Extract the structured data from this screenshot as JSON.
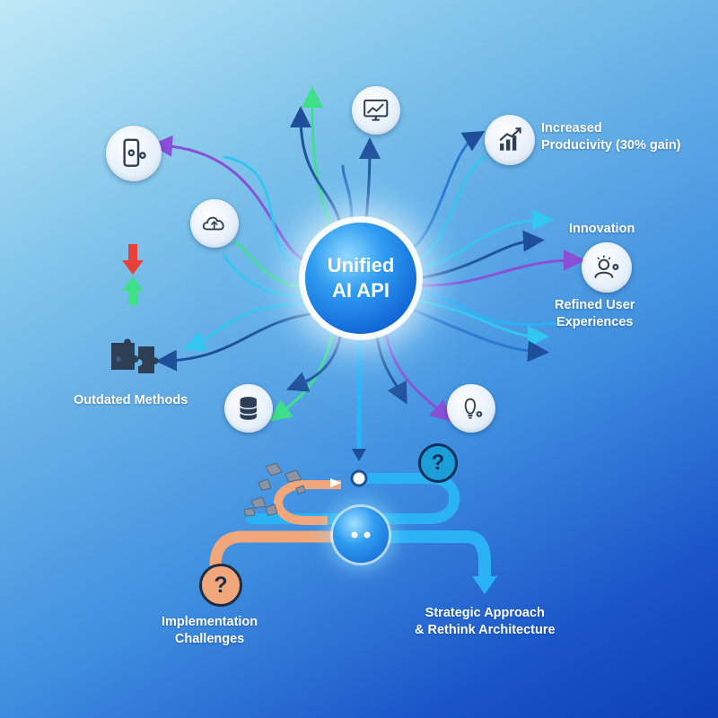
{
  "hub": {
    "line1": "Unified",
    "line2": "AI API"
  },
  "nodes": {
    "top_left": {
      "icon": "mobile-settings-icon"
    },
    "cloud": {
      "icon": "cloud-sync-icon"
    },
    "top_center": {
      "icon": "monitor-chart-icon"
    },
    "productivity": {
      "icon": "bar-chart-growth-icon"
    },
    "innovation": {
      "icon": "user-gear-icon"
    },
    "database": {
      "icon": "database-icon"
    },
    "idea": {
      "icon": "lightbulb-gear-icon"
    }
  },
  "labels": {
    "productivity_line1": "Increased",
    "productivity_line2": "Producivity (30% gain)",
    "innovation": "Innovation",
    "refined_line1": "Refined User",
    "refined_line2": "Experiences",
    "outdated": "Outdated Methods",
    "implementation_line1": "Implementation",
    "implementation_line2": "Challenges",
    "strategic_line1": "Strategic Approach",
    "strategic_line2": "& Rethink Architecture"
  },
  "badges": {
    "question_mark": "?"
  },
  "colors": {
    "green": "#3ee08a",
    "purple": "#8a4fd6",
    "cyan": "#33c6f0",
    "navy": "#1f4f9a",
    "orange": "#f2a77a",
    "flow_blue": "#2ab2f4",
    "down_arrow_red": "#e8413a"
  }
}
